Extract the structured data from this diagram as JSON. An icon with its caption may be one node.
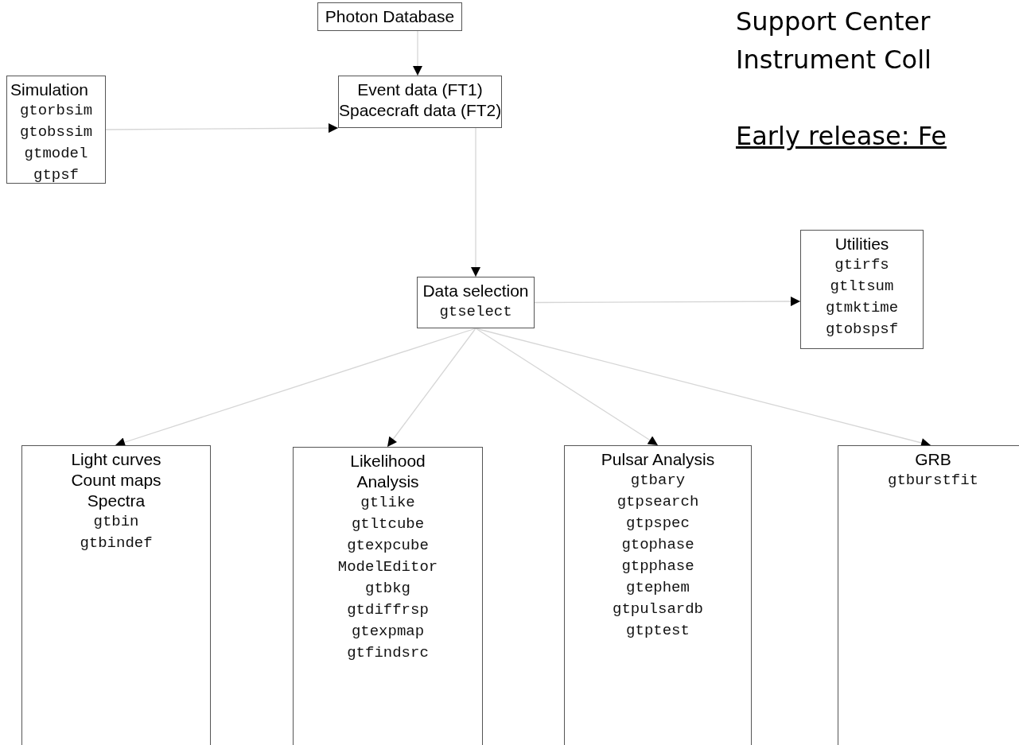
{
  "diagram": {
    "nodes": [
      {
        "text": [
          "Photon Database"
        ]
      },
      {
        "text": [
          "Simulation",
          "gtorbsim",
          "gtobssim",
          "gtmodel",
          "gtpsf"
        ]
      },
      {
        "text": [
          "Event data (FT1)",
          "Spacecraft data (FT2)"
        ]
      },
      {
        "text": [
          "Data selection",
          "gtselect"
        ]
      },
      {
        "text": [
          "Utilities",
          "gtirfs",
          "gtltsum",
          "gtmktime",
          "gtobspsf"
        ]
      },
      {
        "text": [
          "Light curves",
          "Count maps",
          "Spectra",
          "gtbin",
          "gtbindef"
        ]
      },
      {
        "text": [
          "Likelihood Analysis",
          "gtlike",
          "gtltcube",
          "gtexpcube",
          "ModelEditor",
          "gtbkg",
          "gtdiffrsp",
          "gtexpmap",
          "gtfindsrc"
        ]
      },
      {
        "text": [
          "Pulsar Analysis",
          "gtbary",
          "gtpsearch",
          "gtpspec",
          "gtophase",
          "gtpphase",
          "gtephem",
          "gtpulsardb",
          "gtptest"
        ]
      },
      {
        "text": [
          "GRB",
          "gtburstfit"
        ]
      }
    ],
    "edges": [
      {
        "from": 0,
        "to": 2,
        "arrow": "to"
      },
      {
        "from": 1,
        "to": 2,
        "arrow": "to"
      },
      {
        "from": 2,
        "to": 3,
        "arrow": "to"
      },
      {
        "from": 3,
        "to": 4,
        "arrow": "to"
      },
      {
        "from": 3,
        "to": 5,
        "arrow": "to"
      },
      {
        "from": 3,
        "to": 6,
        "arrow": "to"
      },
      {
        "from": 3,
        "to": 7,
        "arrow": "to"
      },
      {
        "from": 3,
        "to": 8,
        "arrow": "to"
      }
    ],
    "labels": [
      "Support Center",
      "Instrument Coll",
      "Early release: Fe"
    ]
  }
}
